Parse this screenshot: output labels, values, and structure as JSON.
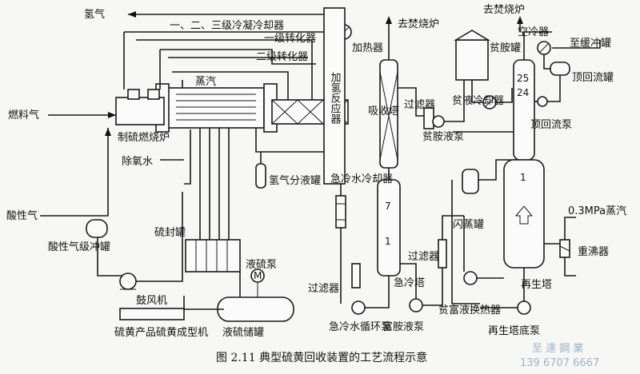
{
  "labels": {
    "hydrogen": "氢气",
    "condensers": "一、二、三级冷凝冷却器",
    "converter1": "一级转化器",
    "converter2": "二级转化器",
    "steam": "蒸汽",
    "fuel_gas": "燃料气",
    "burner": "制硫燃烧炉",
    "deaerated_water": "除氧水",
    "acid_gas": "酸性气",
    "acid_buffer": "酸性气级冲罐",
    "blower": "鼓风机",
    "seal_tank": "硫封罐",
    "liquid_pump": "液硫泵",
    "liquid_sulfur_tank": "液硫储罐",
    "product": "硫黄产品硫黄成型机",
    "hydro_sep": "氢气分液罐",
    "heater": "加热器",
    "hydrogenation_reactor": "加氢反应器",
    "quench_cooler": "急冷水冷却器",
    "filter1": "过滤器",
    "quench_tower": "急冷塔",
    "quench_pump": "急冷水循环泵",
    "absorber": "吸收塔",
    "to_incinerator1": "去焚烧炉",
    "filter2": "过滤器",
    "lean_tank": "贫胺罐",
    "lean_cooler": "贫液冷却器",
    "lean_pump": "贫胺液泵",
    "rich_pump": "富胺液泵",
    "filter3": "过滤器",
    "flash_tank": "闪蒸罐",
    "exchanger": "贫富液换热器",
    "bottom_pump": "再生塔底泵",
    "to_incinerator2": "去焚烧炉",
    "air_cooler": "空冷器",
    "to_buffer": "至缓冲罐",
    "reflux_tank": "顶回流罐",
    "reflux_pump": "顶回流泵",
    "low_steam": "0.3MPa蒸汽",
    "reboiler": "重沸器",
    "regenerator": "再生塔"
  },
  "tray_numbers": {
    "absorber_7": "7",
    "absorber_1": "1",
    "regen_25": "25",
    "regen_24": "24",
    "regen_1": "1"
  },
  "motor_symbol": "M",
  "caption": "图 2.11  典型硫黄回收装置的工艺流程示意",
  "watermark_line1": "至 達 鋼 業",
  "watermark_line2": "139 6707 6667"
}
